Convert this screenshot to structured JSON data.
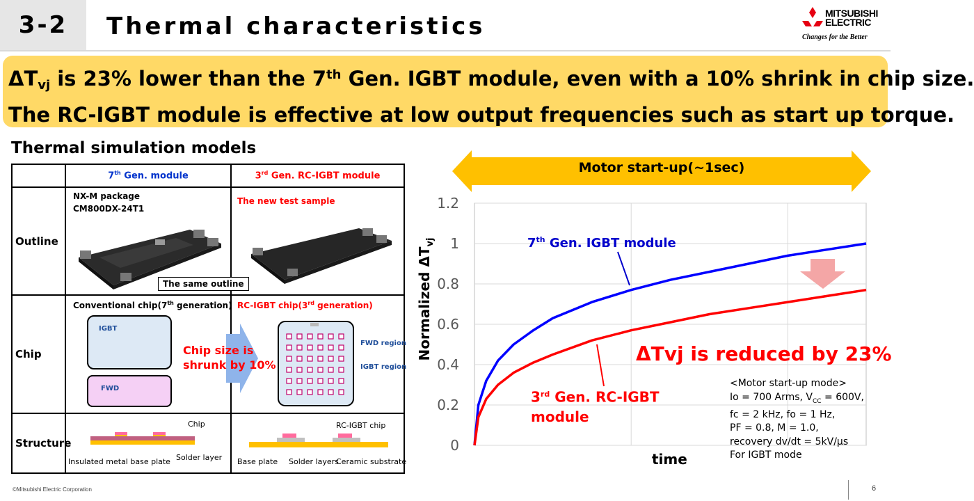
{
  "header": {
    "section_number": "3-2",
    "title": "Thermal characteristics",
    "logo_name_line1": "MITSUBISHI",
    "logo_name_line2": "ELECTRIC",
    "logo_tagline": "Changes for the Better"
  },
  "banner": {
    "l1_a": "ΔT",
    "l1_sub": "vj",
    "l1_b": " is 23% lower than the 7",
    "l1_sup": "th",
    "l1_c": " Gen. IGBT module, even with a 10% shrink in chip size.",
    "l2": "The RC-IGBT module is effective at low output frequencies such as start up torque."
  },
  "sim": {
    "title": "Thermal simulation models",
    "col1_a": "7",
    "col1_sup": "th",
    "col1_b": " Gen. module",
    "col2_a": "3",
    "col2_sup": "rd",
    "col2_b": " Gen. RC-IGBT module",
    "row_outline": "Outline",
    "row_chip": "Chip",
    "row_structure": "Structure",
    "package_l1": "NX-M package",
    "package_l2": "CM800DX-24T1",
    "new_sample": "The new test sample",
    "same_outline": "The same outline",
    "conv_chip_a": "Conventional chip(7",
    "conv_chip_sup": "th",
    "conv_chip_b": " generation)",
    "rc_chip_a": "RC-IGBT chip(3",
    "rc_chip_sup": "rd",
    "rc_chip_b": " generation)",
    "igbt": "IGBT",
    "fwd": "FWD",
    "shrink_l1": "Chip size is",
    "shrink_l2": "shrunk by 10%",
    "fwd_region": "FWD region",
    "igbt_region": "IGBT region",
    "s_chip": "Chip",
    "s_solder": "Solder layer",
    "s_imbp": "Insulated metal base plate",
    "s_rc_chip": "RC-IGBT chip",
    "s_base": "Base plate",
    "s_solders": "Solder layers",
    "s_ceramic": "Ceramic substrate"
  },
  "chart_labels": {
    "arrow": "Motor start-up(~1sec)",
    "ylabel_a": "Normalized ΔT",
    "ylabel_sub": "vj",
    "xlabel": "time",
    "blue_a": "7",
    "blue_sup": "th",
    "blue_b": " Gen. IGBT module",
    "red_a": "3",
    "red_sup": "rd",
    "red_b": " Gen. RC-IGBT",
    "red_c": "module",
    "annotation": "ΔTvj is reduced by 23%",
    "cond1": "<Motor start-up mode>",
    "cond2_a": "Io = 700 Arms, V",
    "cond2_sub": "CC",
    "cond2_b": " = 600V,",
    "cond3": "fc = 2 kHz, fo = 1 Hz,",
    "cond4": "PF = 0.8, M = 1.0,",
    "cond5": "recovery dv/dt = 5kV/μs",
    "cond6": "For IGBT mode"
  },
  "chart_data": {
    "type": "line",
    "ylim": [
      0,
      1.2
    ],
    "yticks": [
      "0",
      "0.2",
      "0.4",
      "0.6",
      "0.8",
      "1",
      "1.2"
    ],
    "grid": "on",
    "series": [
      {
        "name": "7th Gen. IGBT module",
        "color": "#0000ff",
        "x": [
          0,
          0.01,
          0.03,
          0.06,
          0.1,
          0.15,
          0.2,
          0.3,
          0.4,
          0.5,
          0.6,
          0.7,
          0.8,
          0.9,
          1.0
        ],
        "y": [
          0,
          0.2,
          0.32,
          0.42,
          0.5,
          0.57,
          0.63,
          0.71,
          0.77,
          0.82,
          0.86,
          0.9,
          0.94,
          0.97,
          1.0
        ]
      },
      {
        "name": "3rd Gen. RC-IGBT module",
        "color": "#ff0000",
        "x": [
          0,
          0.01,
          0.03,
          0.06,
          0.1,
          0.15,
          0.2,
          0.3,
          0.4,
          0.5,
          0.6,
          0.7,
          0.8,
          0.9,
          1.0
        ],
        "y": [
          0,
          0.14,
          0.23,
          0.3,
          0.36,
          0.41,
          0.45,
          0.52,
          0.57,
          0.61,
          0.65,
          0.68,
          0.71,
          0.74,
          0.77
        ]
      }
    ]
  },
  "footer": {
    "copyright": "©Mitsubishi Electric Corporation",
    "page": "6"
  },
  "colors": {
    "banner": "#ffd966",
    "arrow": "#ffc000",
    "reduce_arrow": "#f4a6a6"
  }
}
